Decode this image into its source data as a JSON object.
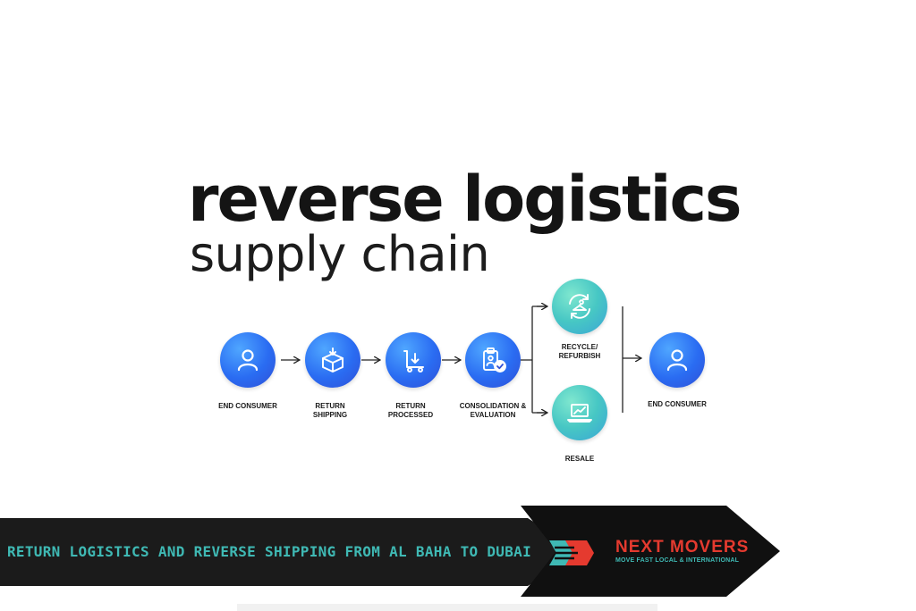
{
  "diagram": {
    "title": "reverse logistics",
    "subtitle": "supply chain",
    "nodes": [
      {
        "id": "end-consumer-start",
        "label": "End Consumer",
        "icon": "user-icon",
        "color": "#2a6cf2"
      },
      {
        "id": "return-shipping",
        "label": "Return Shipping",
        "icon": "box-icon",
        "color": "#2a6cf2"
      },
      {
        "id": "return-processed",
        "label": "Return Processed",
        "icon": "dolly-icon",
        "color": "#2a6cf2"
      },
      {
        "id": "consolidation-evaluation",
        "label": "Consolidation & Evaluation",
        "icon": "clipboard-check-icon",
        "color": "#2a6cf2"
      },
      {
        "id": "recycle-refurbish",
        "label": "Recycle/ Refurbish",
        "icon": "recycle-hanger-icon",
        "color": "#47c7c4"
      },
      {
        "id": "resale",
        "label": "Resale",
        "icon": "laptop-chart-icon",
        "color": "#47c7c4"
      },
      {
        "id": "end-consumer-end",
        "label": "End Consumer",
        "icon": "user-icon",
        "color": "#2a6cf2"
      }
    ],
    "edges": [
      [
        "end-consumer-start",
        "return-shipping"
      ],
      [
        "return-shipping",
        "return-processed"
      ],
      [
        "return-processed",
        "consolidation-evaluation"
      ],
      [
        "consolidation-evaluation",
        "recycle-refurbish"
      ],
      [
        "consolidation-evaluation",
        "resale"
      ],
      [
        "recycle-refurbish",
        "end-consumer-end"
      ],
      [
        "resale",
        "end-consumer-end"
      ]
    ]
  },
  "banner": {
    "text": "Return Logistics and Reverse Shipping from Al Baha to Dubai"
  },
  "brand": {
    "name": "NEXT MOVERS",
    "tagline": "MOVE FAST LOCAL & INTERNATIONAL",
    "colors": {
      "primary": "#e53a2f",
      "accent": "#3fb9b4",
      "dark": "#1b1b1b"
    }
  }
}
